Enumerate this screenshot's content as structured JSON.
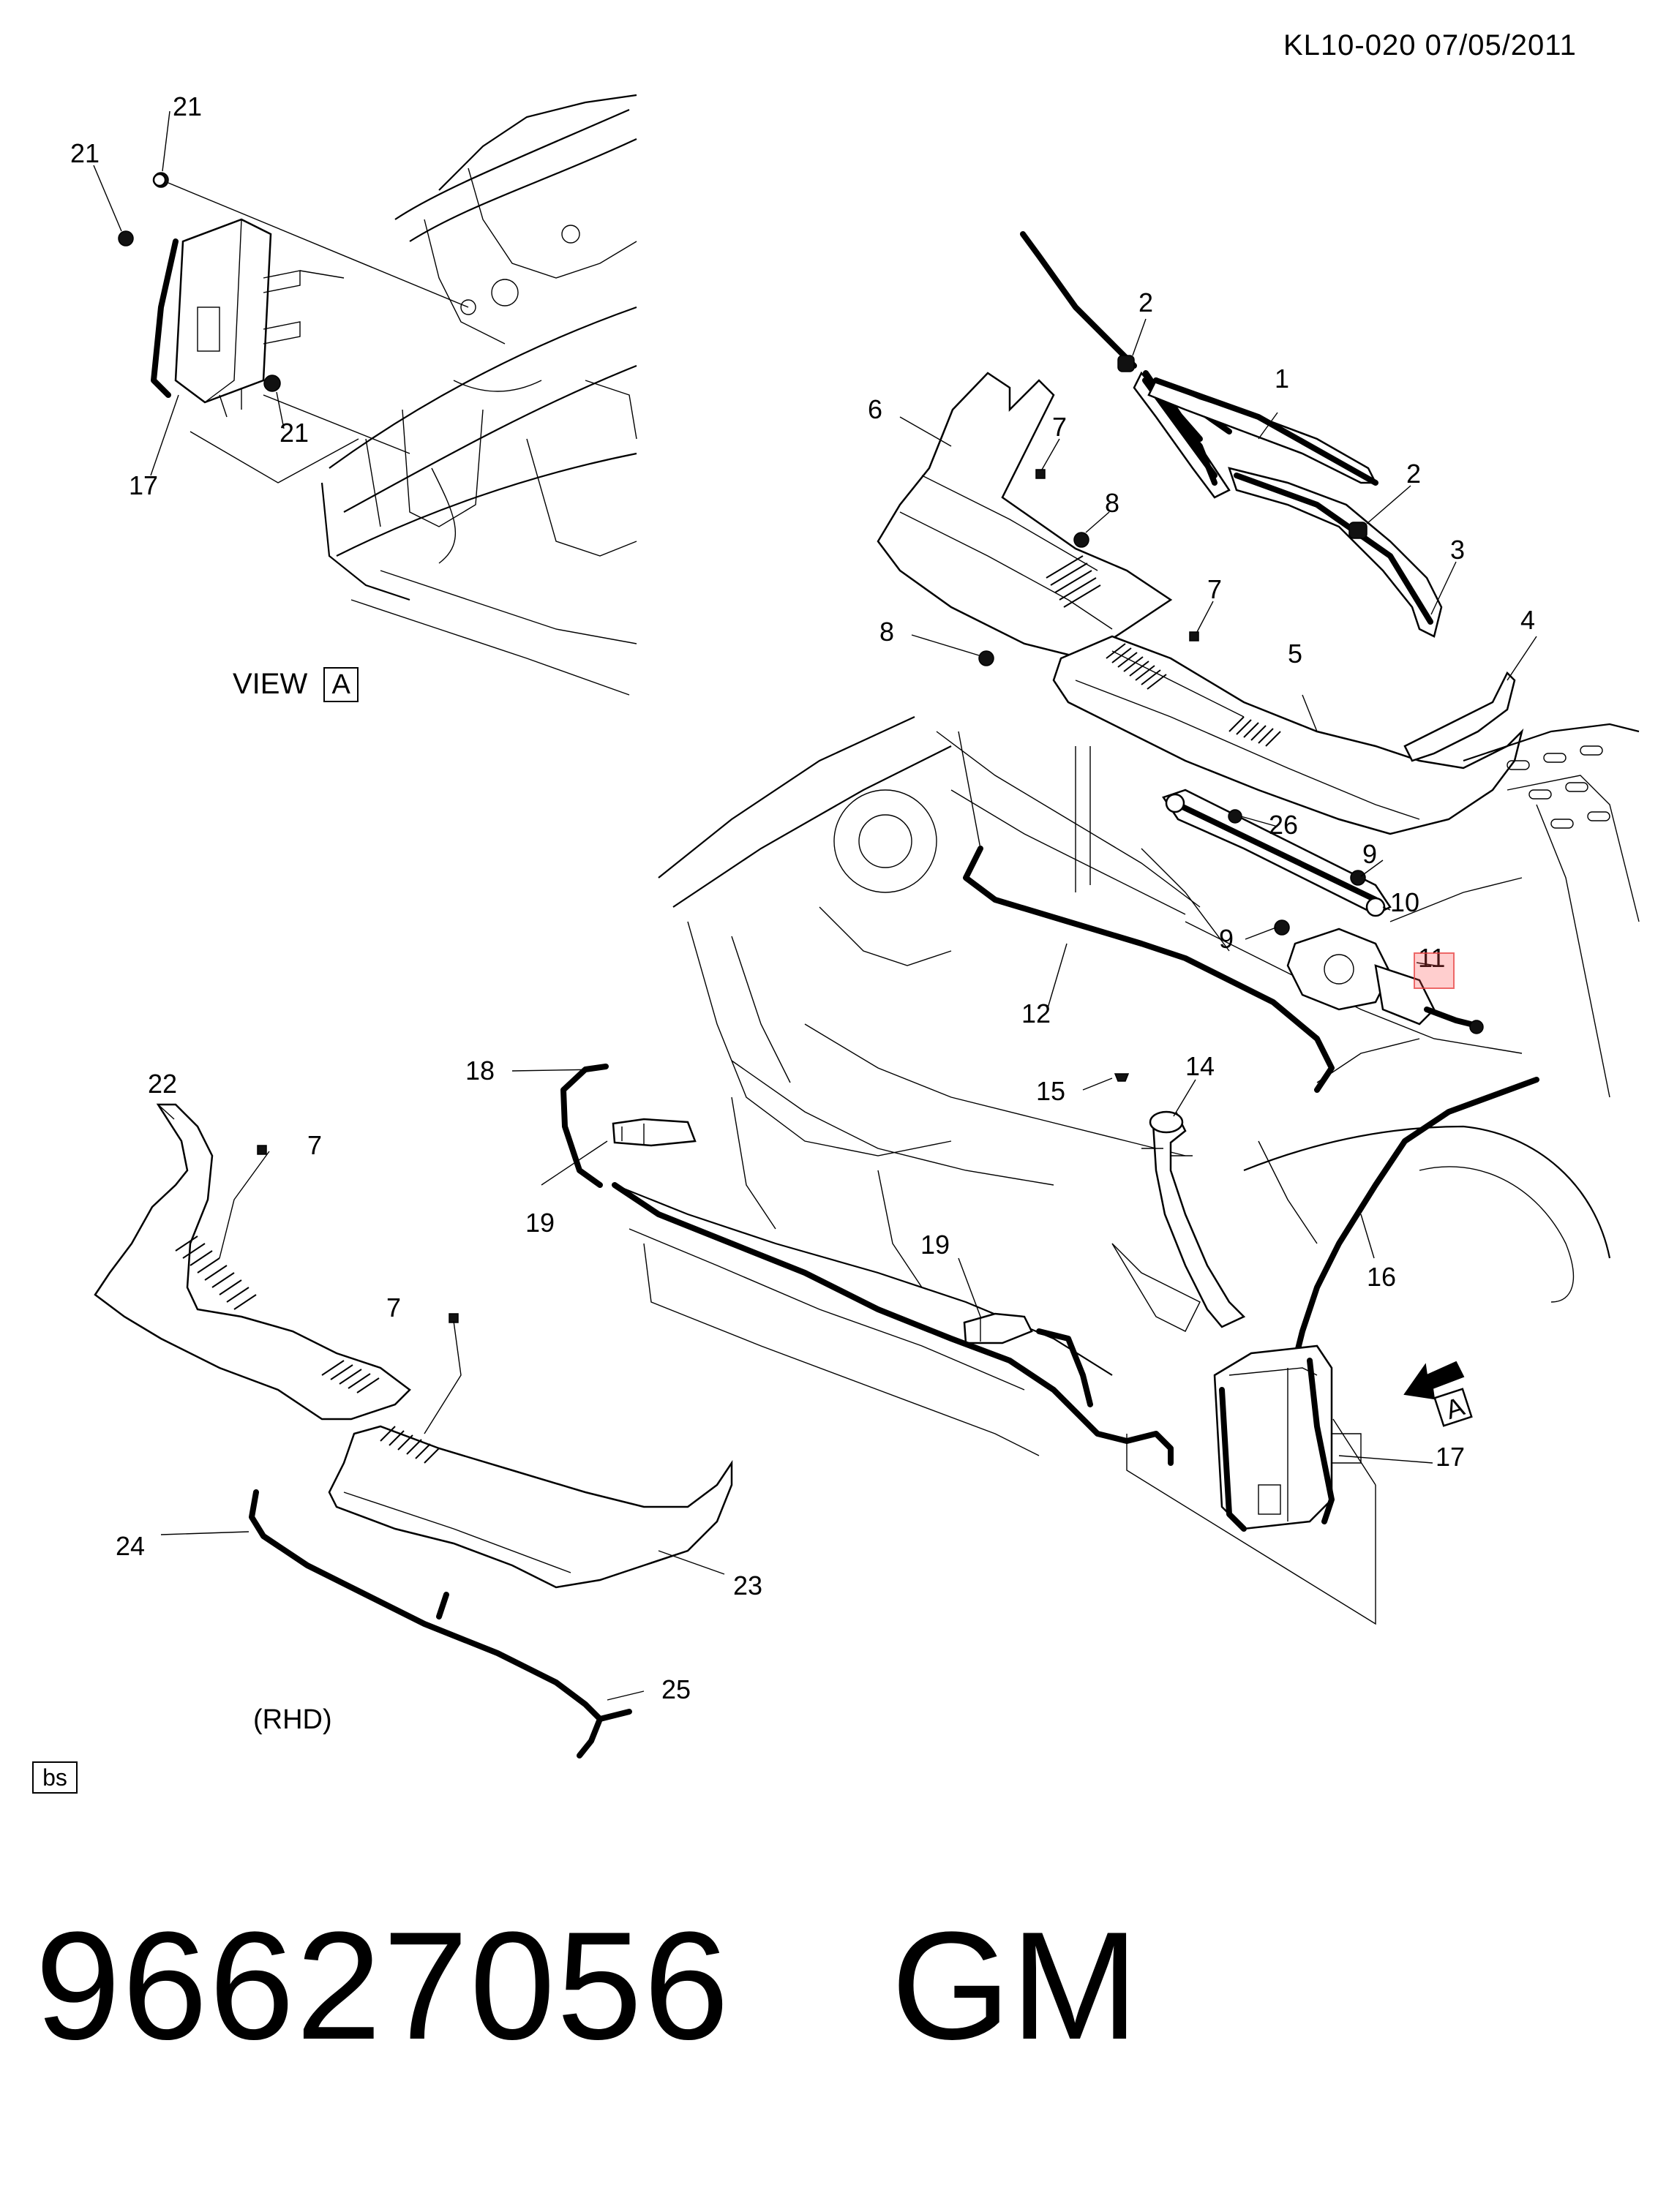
{
  "header": {
    "doc_id": "KL10-020  07/05/2011"
  },
  "footer": {
    "part_number": "96627056",
    "brand": "GM"
  },
  "view_label": {
    "text": "VIEW",
    "box": "A"
  },
  "rhd_label": "(RHD)",
  "bs_label": "bs",
  "arrow_label": "A",
  "callouts": {
    "c1": "1",
    "c2a": "2",
    "c2b": "2",
    "c3": "3",
    "c4": "4",
    "c5": "5",
    "c6": "6",
    "c7a": "7",
    "c7b": "7",
    "c7c": "7",
    "c7d": "7",
    "c8a": "8",
    "c8b": "8",
    "c9a": "9",
    "c9b": "9",
    "c10": "10",
    "c11": "11",
    "c12": "12",
    "c14": "14",
    "c15": "15",
    "c16": "16",
    "c17a": "17",
    "c17b": "17",
    "c18": "18",
    "c19a": "19",
    "c19b": "19",
    "c21a": "21",
    "c21b": "21",
    "c21c": "21",
    "c22": "22",
    "c23": "23",
    "c24": "24",
    "c25": "25",
    "c26": "26"
  },
  "colors": {
    "line": "#000000",
    "background": "#ffffff",
    "highlight": "#ff5050"
  }
}
